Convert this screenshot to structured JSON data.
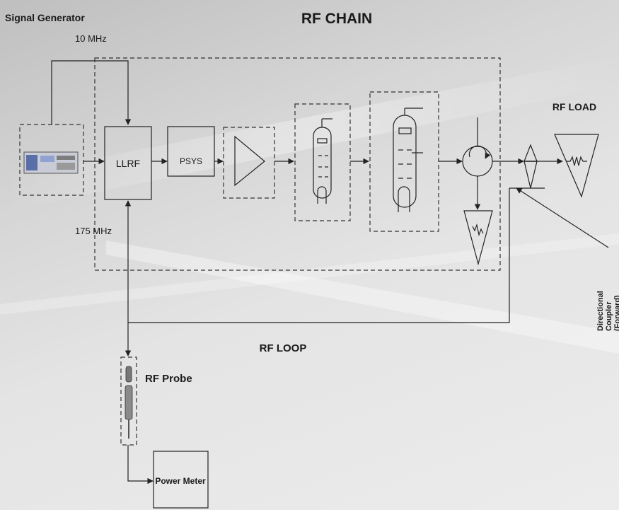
{
  "title": "RF CHAIN",
  "labels": {
    "signal_generator": "Signal Generator",
    "ref_10mhz": "10 MHz",
    "ref_175mhz": "175 MHz",
    "llrf": "LLRF",
    "psys": "PSYS",
    "rf_load": "RF LOAD",
    "rf_loop": "RF LOOP",
    "rf_probe": "RF Probe",
    "power_meter": "Power Meter",
    "coupler_line1": "Directional",
    "coupler_line2": "Coupler",
    "coupler_line3": "(Forward)"
  }
}
